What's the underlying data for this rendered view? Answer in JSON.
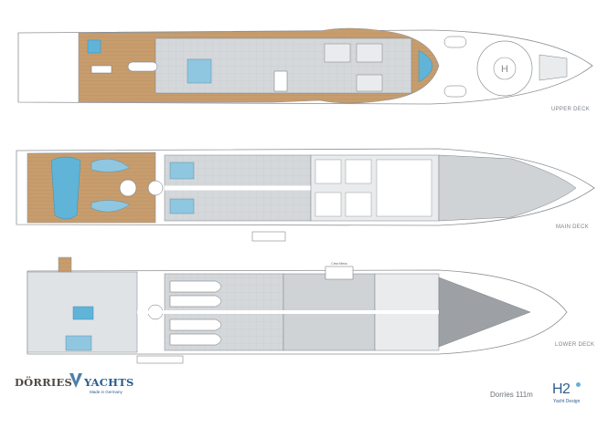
{
  "decks": {
    "upper": {
      "label": "UPPER DECK"
    },
    "main": {
      "label": "MAIN DECK"
    },
    "lower": {
      "label": "LOWER DECK"
    }
  },
  "lower_deck_note": "Crew Mess",
  "branding": {
    "maker_left": "DÖRRIES",
    "maker_right": "YACHTS",
    "maker_tagline": "Made in Germany",
    "model": "Dorries 111m",
    "designer_mark": "H2",
    "designer_sub": "Yacht Design"
  },
  "colors": {
    "teak": "#c49a6c",
    "interior": "#cfd3d6",
    "water": "#5fb4d8",
    "hull_line": "#8c9094",
    "brand_blue": "#2a5d8c",
    "brand_grey": "#4e4a45"
  }
}
